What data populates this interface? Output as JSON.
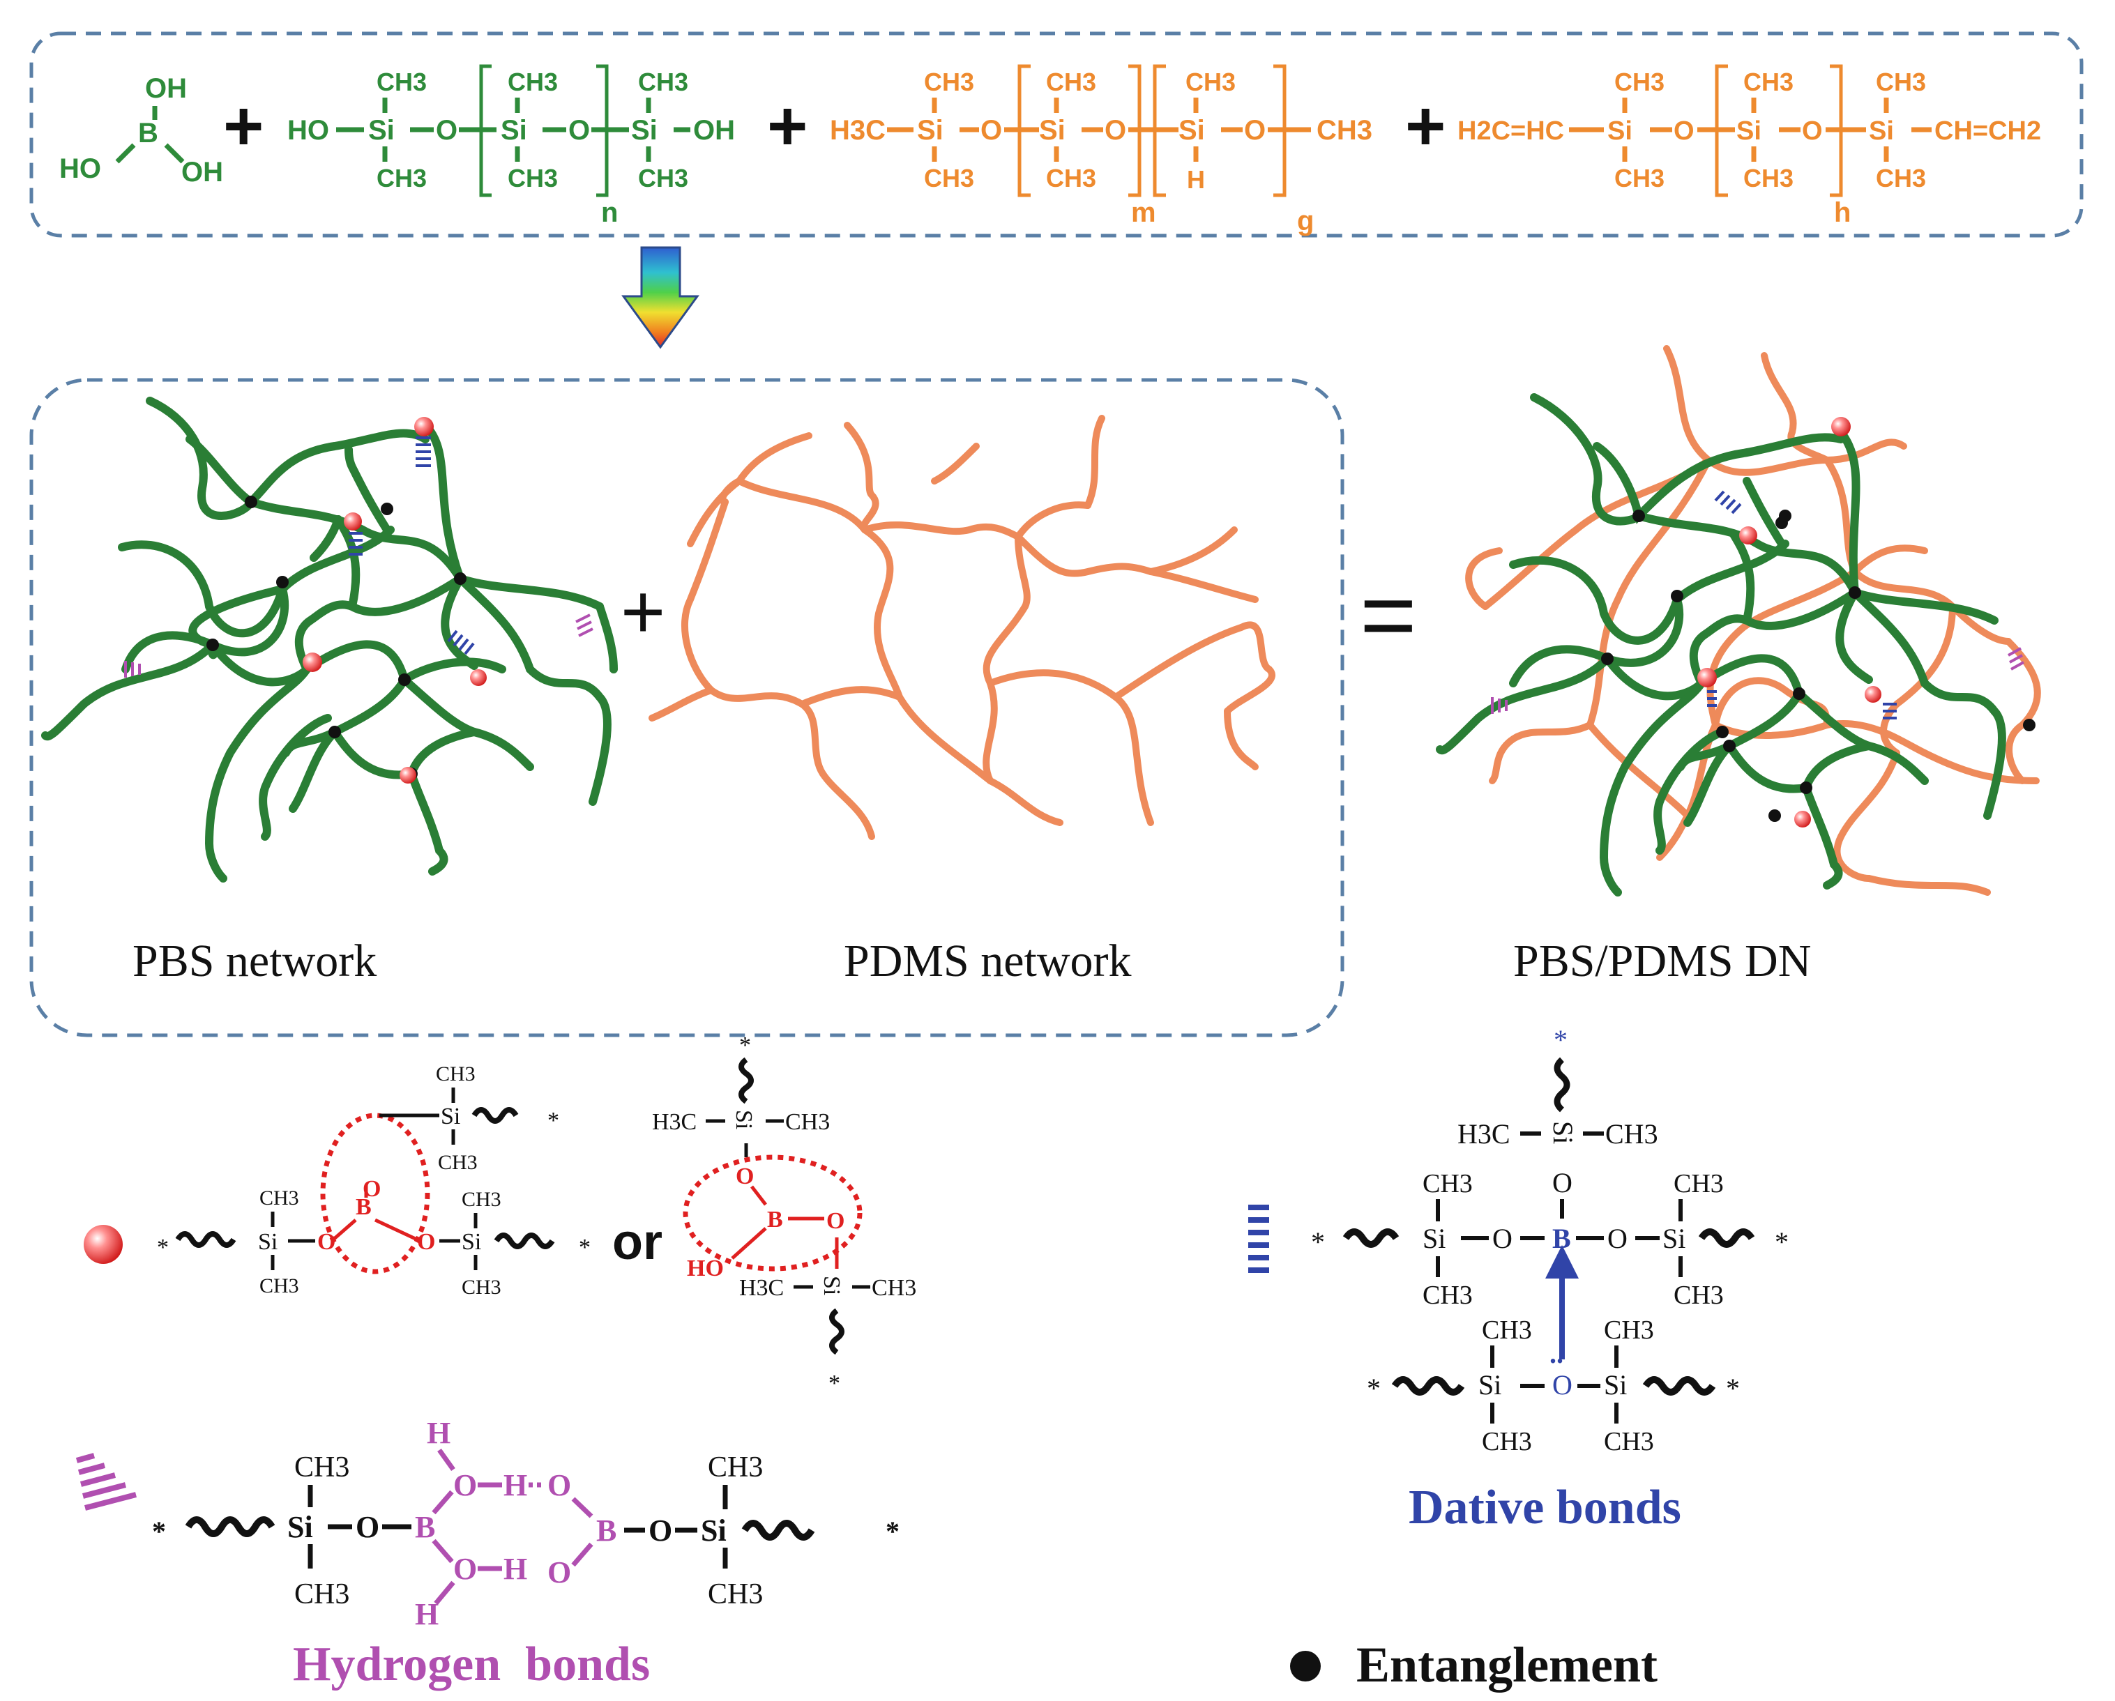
{
  "colors": {
    "green": "#2e8b3a",
    "orange": "#ee8a2e",
    "red": "#e02020",
    "blue": "#3044a8",
    "purple": "#b04fb0",
    "dash": "#5a7fa6"
  },
  "reactants": {
    "boric_acid": {
      "oh_top": "OH",
      "b": "B",
      "ho_left": "HO",
      "oh_right": "OH"
    },
    "plus": "+",
    "pdms_oh": {
      "ho": "HO",
      "si": "Si",
      "o": "O",
      "oh": "OH",
      "ch3": "CH3",
      "sub": "n"
    },
    "ph_pdms": {
      "h3c": "H3C",
      "si": "Si",
      "o": "O",
      "h": "H",
      "ch3": "CH3",
      "sub_m": "m",
      "sub_g": "g"
    },
    "vinyl_pdms": {
      "h2c_hc": "H2C=HC",
      "si": "Si",
      "o": "O",
      "ch_ch2": "CH=CH2",
      "ch3": "CH3",
      "sub_h": "h"
    }
  },
  "networks": {
    "pbs_label": "PBS network",
    "plus": "+",
    "pdms_label": "PDMS network",
    "equals": "=",
    "dn_label": "PBS/PDMS DN"
  },
  "legend": {
    "crosslink": {
      "star": "*",
      "si": "Si",
      "o": "O",
      "b": "B",
      "ch3": "CH3",
      "h3c": "H3C",
      "ho": "HO",
      "or": "or"
    },
    "hydrogen": {
      "star": "*",
      "si": "Si",
      "o": "O",
      "b": "B",
      "h": "H",
      "ch3": "CH3",
      "title": "Hydrogen  bonds"
    },
    "dative": {
      "star": "*",
      "si": "Si",
      "o": "O",
      "b": "B",
      "ch3": "CH3",
      "h3c": "H3C",
      "lone_pair": "..",
      "title": "Dative bonds"
    },
    "entanglement": {
      "title": "Entanglement"
    }
  }
}
